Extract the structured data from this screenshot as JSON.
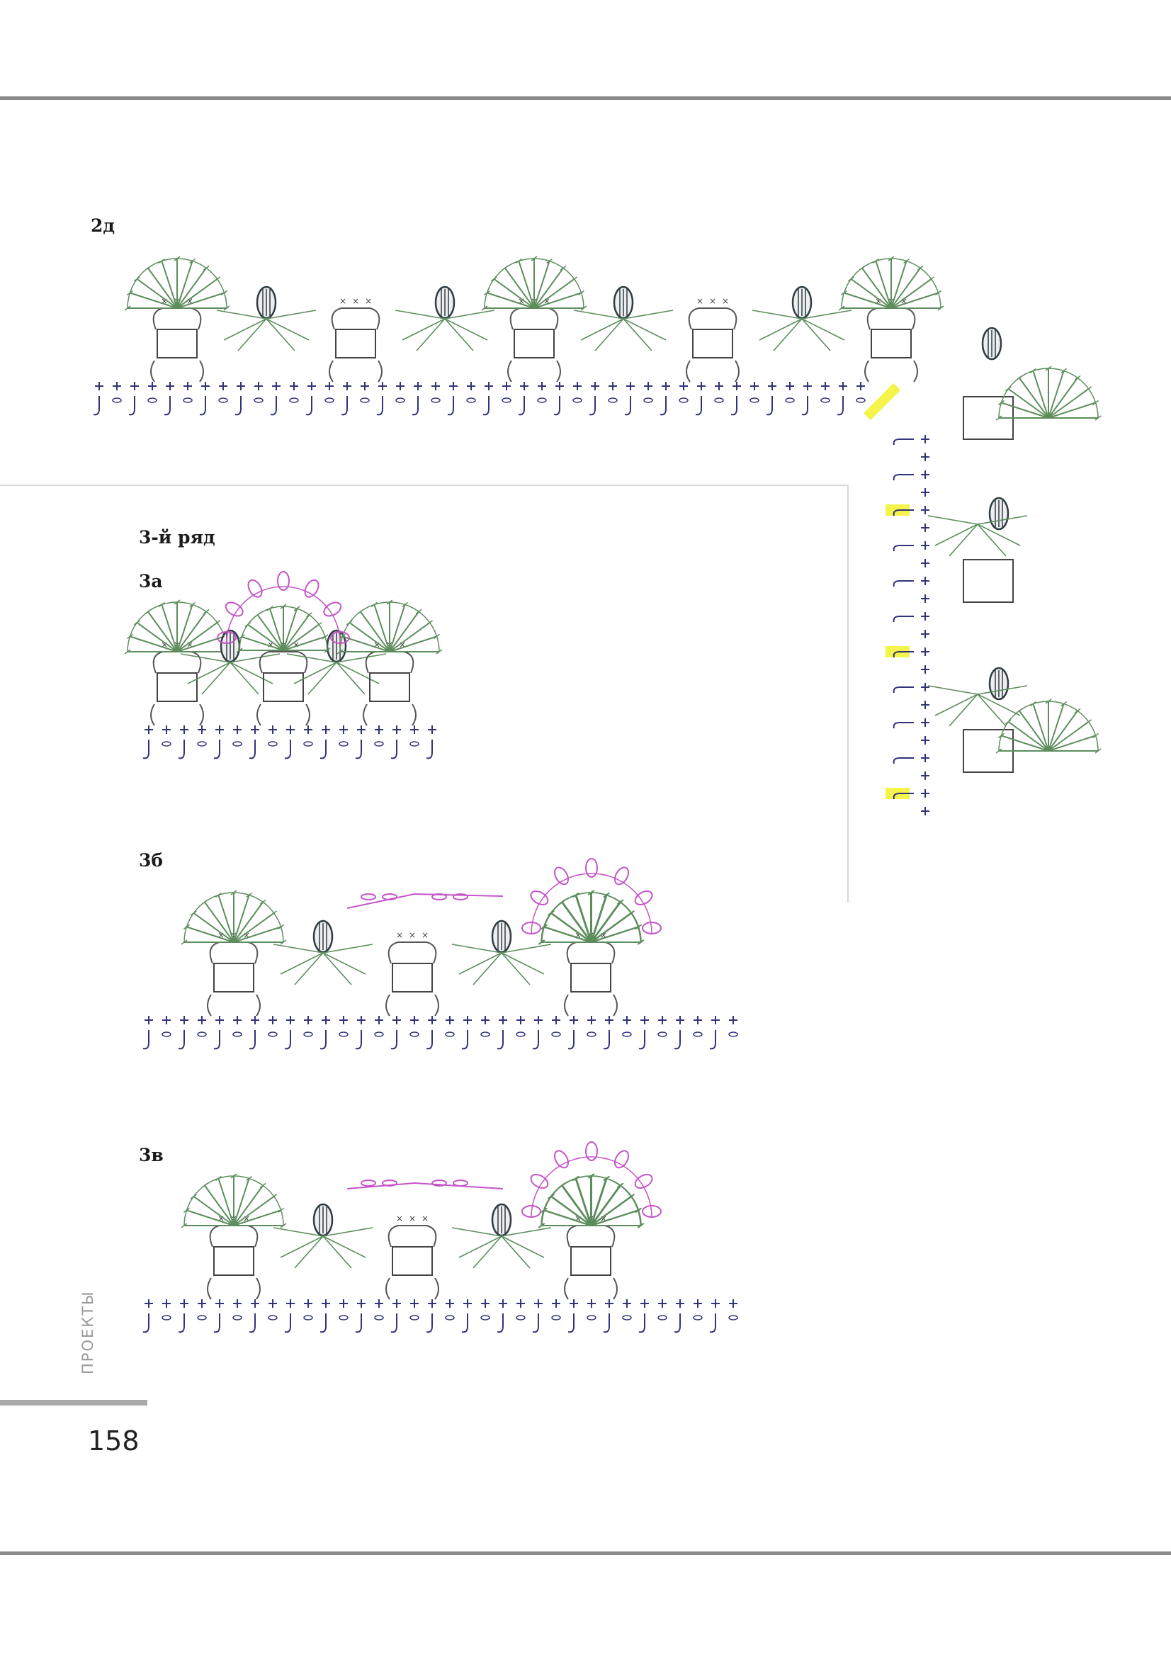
{
  "labels": {
    "row_2d": "2д",
    "row3_heading": "3-й ряд",
    "row_3a": "3а",
    "row_3b": "3б",
    "row_3v": "3в"
  },
  "sidebar_text": "ПРОЕКТЫ",
  "page_number": "158",
  "colors": {
    "green_stitches": "#5d8d5d",
    "dark_stitches": "#2e3d43",
    "pink_stitches": "#c554c9",
    "blue_stitches": "#33337a",
    "highlight": "#f4f44a",
    "rule": "#8a8a8a"
  },
  "icons": [
    "fan-shell-icon",
    "bobble-icon",
    "chain-loop-icon",
    "single-crochet-icon",
    "picot-fan-icon"
  ]
}
